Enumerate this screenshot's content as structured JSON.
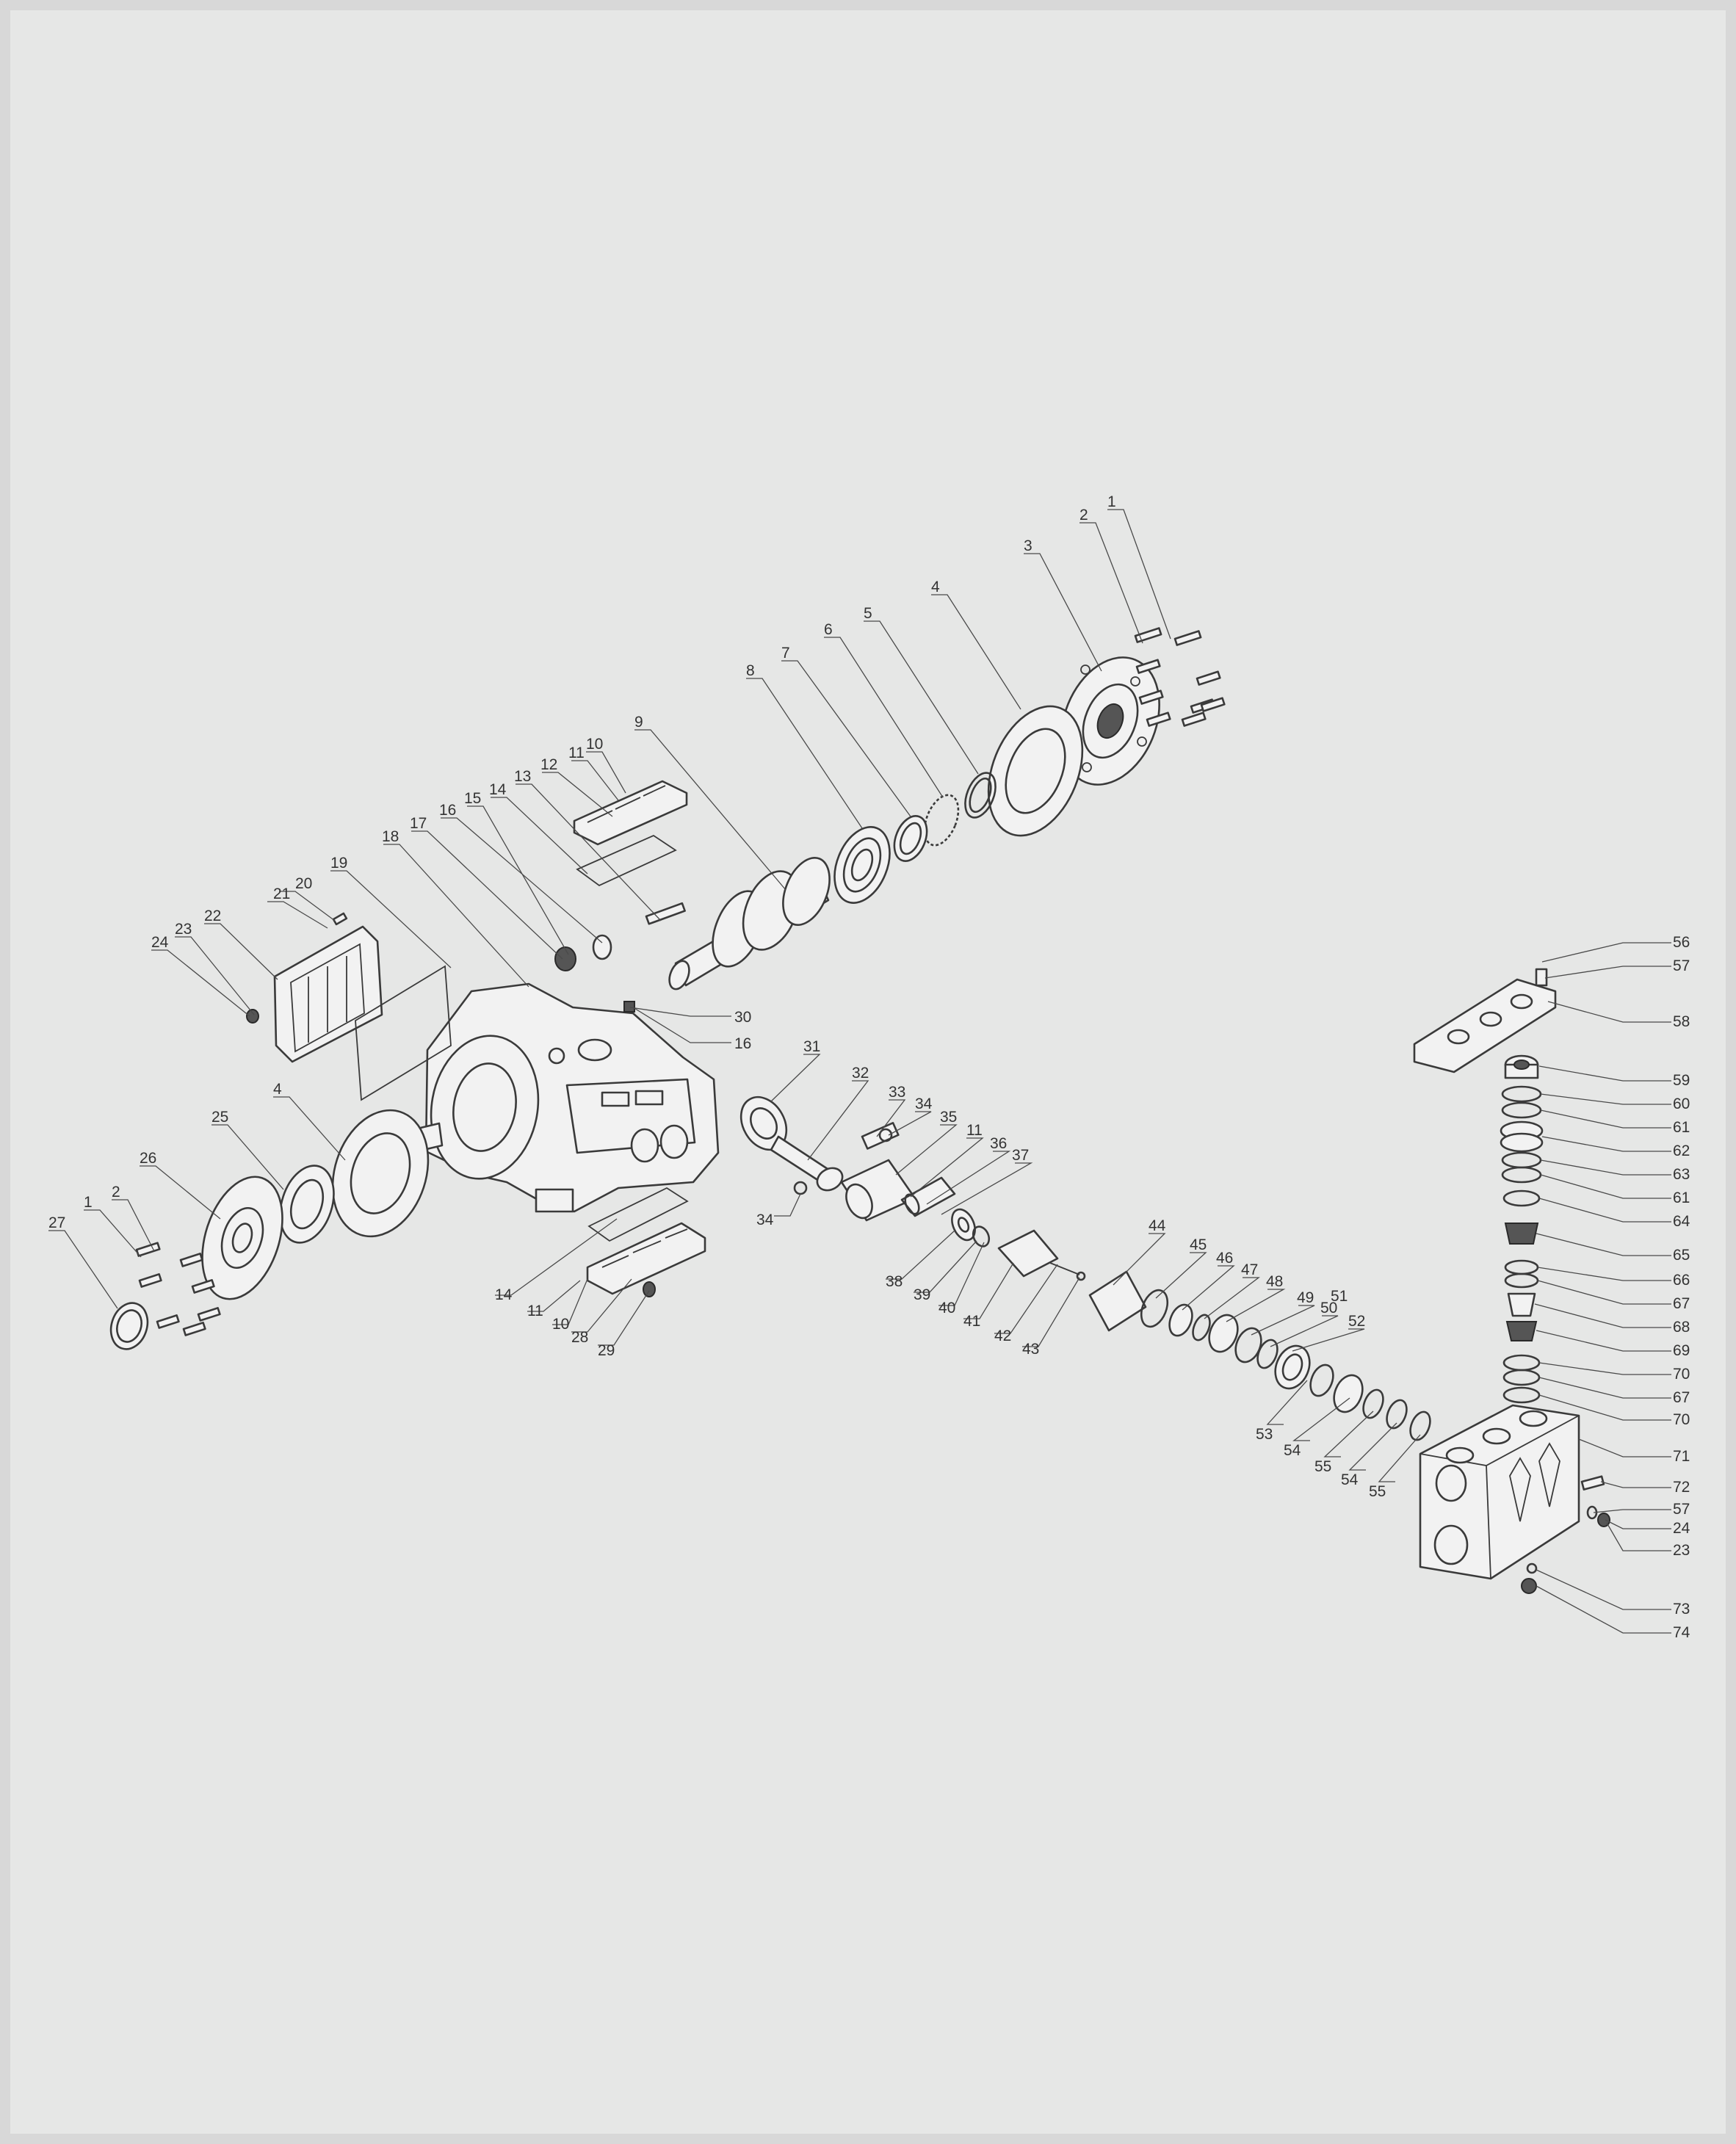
{
  "diagram": {
    "labels": [
      "1",
      "2",
      "3",
      "4",
      "5",
      "6",
      "7",
      "8",
      "9",
      "10",
      "11",
      "12",
      "13",
      "14",
      "15",
      "16",
      "17",
      "18",
      "19",
      "20",
      "21",
      "22",
      "23",
      "24",
      "25",
      "26",
      "27",
      "28",
      "29",
      "30",
      "31",
      "32",
      "33",
      "34",
      "35",
      "36",
      "37",
      "38",
      "39",
      "40",
      "41",
      "42",
      "43",
      "44",
      "45",
      "46",
      "47",
      "48",
      "49",
      "50",
      "51",
      "52",
      "53",
      "54",
      "55",
      "56",
      "57",
      "58",
      "59",
      "60",
      "61",
      "62",
      "63",
      "64",
      "65",
      "66",
      "67",
      "68",
      "69",
      "70",
      "71",
      "72",
      "73",
      "74"
    ],
    "colors": {
      "background": "#e6e7e6",
      "line": "#3a3a3a",
      "text": "#333333"
    }
  }
}
